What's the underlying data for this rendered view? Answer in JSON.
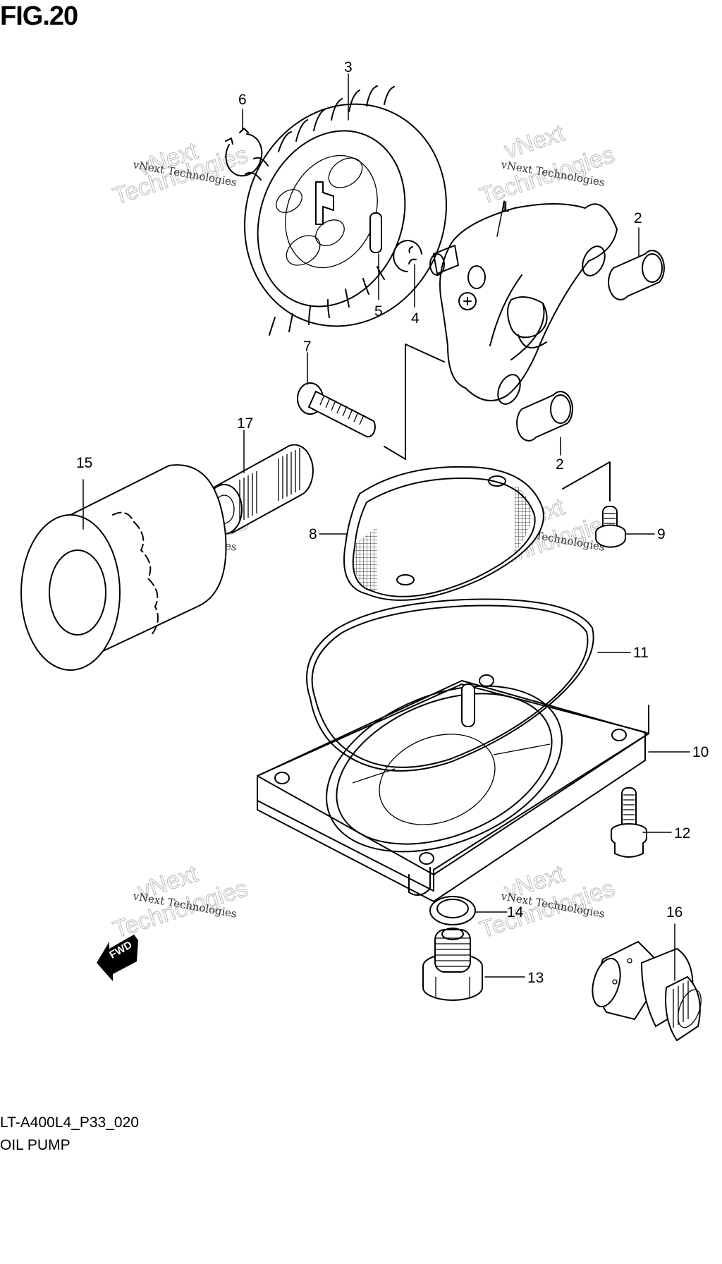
{
  "figure": {
    "title": "FIG.20",
    "code": "LT-A400L4_P33_020",
    "name": "OIL PUMP"
  },
  "watermark": {
    "small_text": "vNext Technologies",
    "big_line1": "vNext",
    "big_line2": "Technologies"
  },
  "direction_indicator": {
    "label": "FWD",
    "icon": "arrow-down-left-icon"
  },
  "callouts": [
    {
      "number": "1",
      "part": "oil-pump-body"
    },
    {
      "number": "2",
      "part": "dowel-pin"
    },
    {
      "number": "2",
      "part": "dowel-pin"
    },
    {
      "number": "3",
      "part": "oil-pump-driven-gear"
    },
    {
      "number": "4",
      "part": "e-ring"
    },
    {
      "number": "5",
      "part": "pin"
    },
    {
      "number": "6",
      "part": "circlip"
    },
    {
      "number": "7",
      "part": "screw"
    },
    {
      "number": "8",
      "part": "oil-strainer"
    },
    {
      "number": "9",
      "part": "bolt"
    },
    {
      "number": "10",
      "part": "oil-sump-plate"
    },
    {
      "number": "11",
      "part": "o-ring"
    },
    {
      "number": "12",
      "part": "bolt"
    },
    {
      "number": "13",
      "part": "drain-plug"
    },
    {
      "number": "14",
      "part": "gasket"
    },
    {
      "number": "15",
      "part": "oil-filter"
    },
    {
      "number": "16",
      "part": "oil-pressure-switch"
    },
    {
      "number": "17",
      "part": "union-bolt"
    }
  ]
}
